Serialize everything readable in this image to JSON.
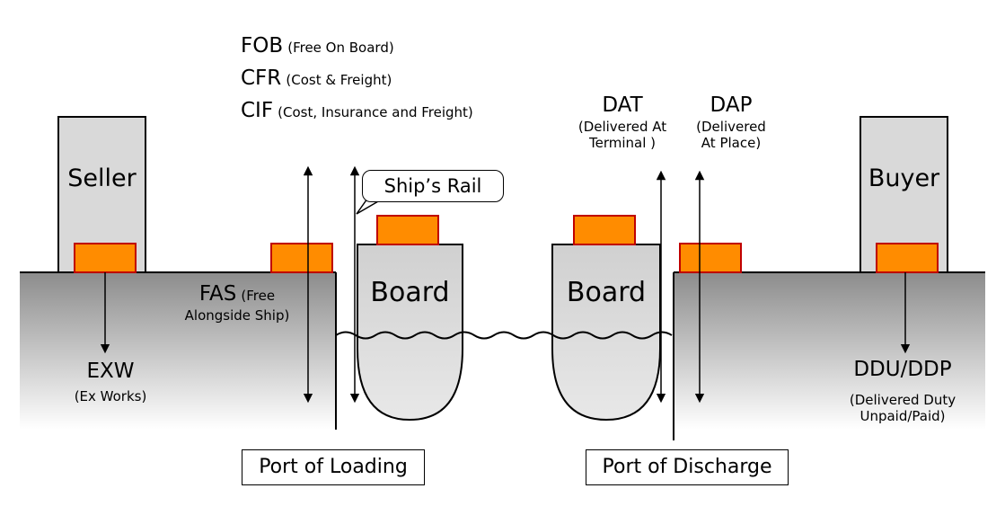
{
  "buildings": {
    "seller": "Seller",
    "buyer": "Buyer"
  },
  "ships": {
    "loading": "Board",
    "discharge": "Board"
  },
  "top_terms": {
    "fob": {
      "code": "FOB",
      "desc": "(Free On Board)"
    },
    "cfr": {
      "code": "CFR",
      "desc": "(Cost & Freight)"
    },
    "cif": {
      "code": "CIF",
      "desc": "(Cost, Insurance and Freight)"
    }
  },
  "dat": {
    "code": "DAT",
    "line1": "(Delivered At",
    "line2": "Terminal )"
  },
  "dap": {
    "code": "DAP",
    "line1": "(Delivered",
    "line2": "At Place)"
  },
  "fas": {
    "line1_code": "FAS",
    "line1_desc": "(Free",
    "line2": "Alongside Ship)"
  },
  "exw": {
    "code": "EXW",
    "desc": "(Ex Works)"
  },
  "ddu_ddp": {
    "code": "DDU/DDP",
    "line1": "(Delivered Duty",
    "line2": "Unpaid/Paid)"
  },
  "ships_rail": "Ship’s Rail",
  "ports": {
    "loading": "Port of Loading",
    "discharge": "Port of Discharge"
  },
  "colors": {
    "cargo_fill": "#ff8c00",
    "cargo_stroke": "#c00000",
    "building_fill": "#d9d9d9",
    "ship_fill": "#d9d9d9",
    "ground_top": "#8c8c8c",
    "ground_bottom": "#ffffff"
  }
}
